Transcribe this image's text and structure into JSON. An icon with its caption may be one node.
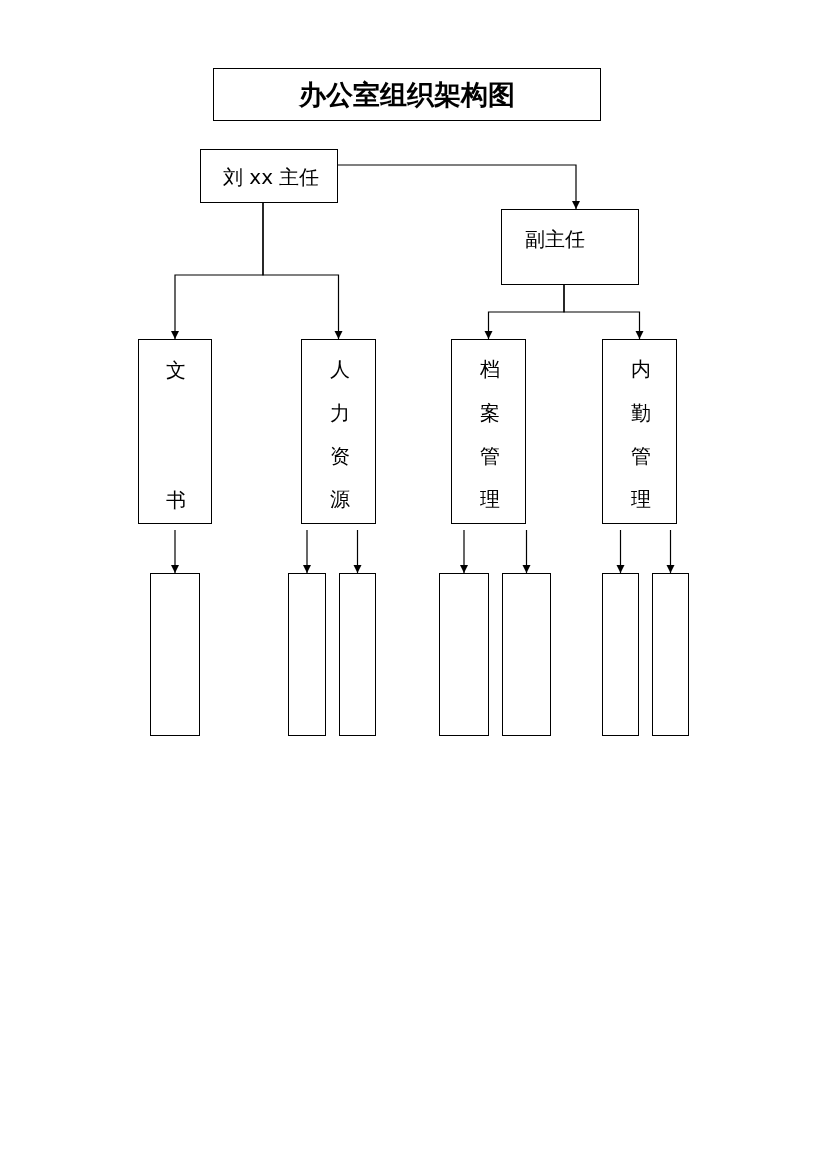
{
  "diagram": {
    "title": "办公室组织架构图",
    "nodes": [
      {
        "text": [
          "刘 xx 主任"
        ]
      },
      {
        "text": [
          "副主任"
        ]
      },
      {
        "text": [
          "文书"
        ]
      },
      {
        "text": [
          "人力资源"
        ]
      },
      {
        "text": [
          "档案管理"
        ]
      },
      {
        "text": [
          "内勤管理"
        ]
      },
      {
        "text": [],
        "shape": "box"
      },
      {
        "text": [],
        "shape": "box"
      },
      {
        "text": [],
        "shape": "box"
      },
      {
        "text": [],
        "shape": "box"
      },
      {
        "text": [],
        "shape": "box"
      },
      {
        "text": [],
        "shape": "box"
      },
      {
        "text": [],
        "shape": "box"
      }
    ],
    "edges": [
      {
        "from": 0,
        "to": 1,
        "arrow": "to"
      },
      {
        "from": 0,
        "to": 2,
        "arrow": "to"
      },
      {
        "from": 0,
        "to": 3,
        "arrow": "to"
      },
      {
        "from": 1,
        "to": 4,
        "arrow": "to"
      },
      {
        "from": 1,
        "to": 5,
        "arrow": "to"
      },
      {
        "from": 2,
        "to": 6,
        "arrow": "to"
      },
      {
        "from": 3,
        "to": 7,
        "arrow": "to"
      },
      {
        "from": 3,
        "to": 8,
        "arrow": "to"
      },
      {
        "from": 4,
        "to": 9,
        "arrow": "to"
      },
      {
        "from": 4,
        "to": 10,
        "arrow": "to"
      },
      {
        "from": 5,
        "to": 11,
        "arrow": "to"
      },
      {
        "from": 5,
        "to": 12,
        "arrow": "to"
      }
    ]
  }
}
